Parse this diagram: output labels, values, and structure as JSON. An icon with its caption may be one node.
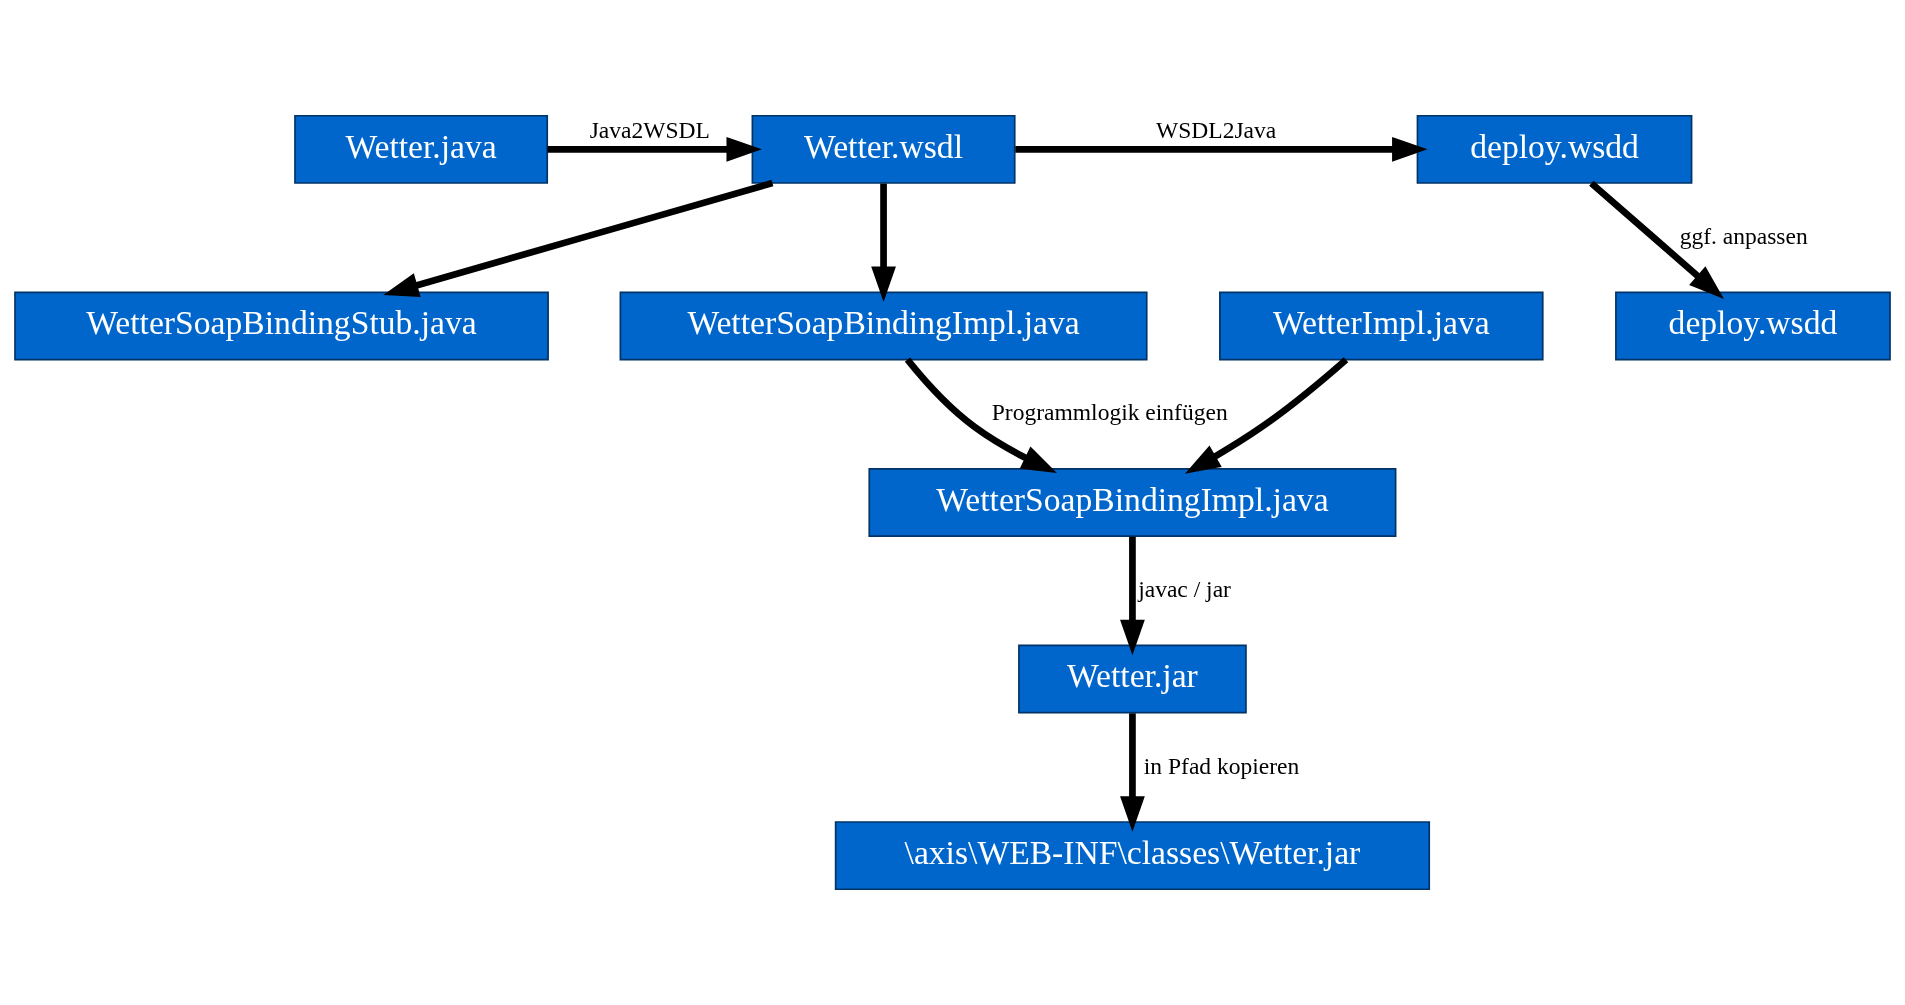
{
  "diagram": {
    "nodes": [
      {
        "text": [
          "Wetter.java"
        ]
      },
      {
        "text": [
          "WetterImpl.java"
        ]
      },
      {
        "text": [
          "Wetter.wsdl"
        ]
      },
      {
        "text": [
          "deploy.wsdd"
        ]
      },
      {
        "text": [
          "WetterSoapBindingStub.java"
        ]
      },
      {
        "text": [
          "WetterSoapBindingImpl.java"
        ]
      },
      {
        "text": [
          "WetterSoapBindingImpl.java"
        ]
      },
      {
        "text": [
          "deploy.wsdd"
        ]
      },
      {
        "text": [
          "Wetter.jar"
        ]
      },
      {
        "text": [
          "\\axis\\WEB-INF\\classes\\Wetter.jar"
        ]
      }
    ],
    "edges": [
      {
        "from": 0,
        "to": 2,
        "arrow": "to",
        "label": "Java2WSDL"
      },
      {
        "from": 2,
        "to": 3,
        "arrow": "to",
        "label": "WSDL2Java"
      },
      {
        "from": 2,
        "to": 4,
        "arrow": "to"
      },
      {
        "from": 2,
        "to": 5,
        "arrow": "to"
      },
      {
        "from": 1,
        "to": 6,
        "arrow": "to"
      },
      {
        "from": 5,
        "to": 6,
        "arrow": "to",
        "label": "Programmlogik einfügen"
      },
      {
        "from": 3,
        "to": 7,
        "arrow": "to",
        "label": "ggf. anpassen"
      },
      {
        "from": 6,
        "to": 8,
        "arrow": "to",
        "label": "javac / jar"
      },
      {
        "from": 8,
        "to": 9,
        "arrow": "to",
        "label": "in Pfad kopieren"
      }
    ]
  }
}
